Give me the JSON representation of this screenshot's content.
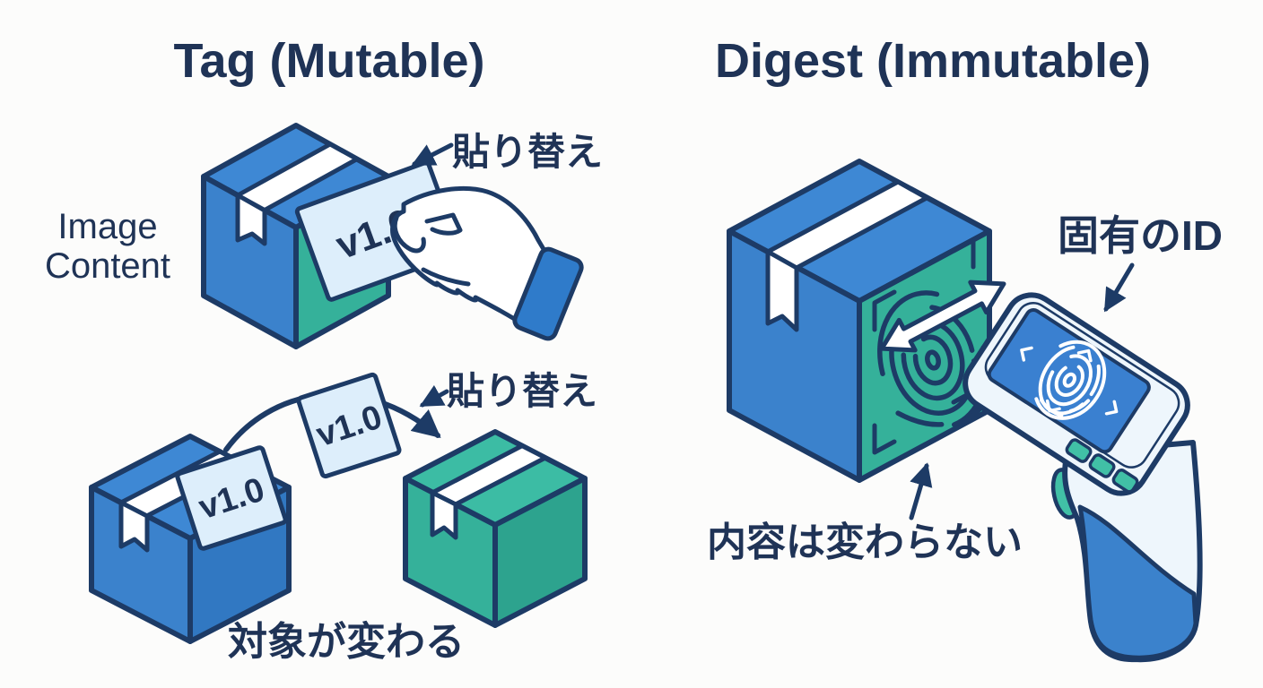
{
  "colors": {
    "navy": "#1d3b66",
    "text": "#1f3356",
    "blue": "#3b82cc",
    "blue_top": "#3e88d4",
    "blue_side": "#3178c2",
    "teal": "#35b19a",
    "teal_top": "#3cbca4",
    "teal_side": "#2da38e",
    "sticker": "#ddeefb",
    "cuff": "#2f7bca",
    "body": "#eef6fc",
    "screen": "#3a80d0",
    "button": "#41c0a6",
    "background": "#fcfcfb"
  },
  "left_panel": {
    "title": "Tag (Mutable)",
    "box_label_line1": "Image",
    "box_label_line2": "Content",
    "sticker_label": "v1.0",
    "annotation_relabel_top": "貼り替え",
    "annotation_relabel_bottom": "貼り替え",
    "caption_target_changes": "対象が変わる"
  },
  "right_panel": {
    "title": "Digest (Immutable)",
    "annotation_unique_id": "固有のID",
    "caption_content_unchanged": "内容は変わらない"
  }
}
